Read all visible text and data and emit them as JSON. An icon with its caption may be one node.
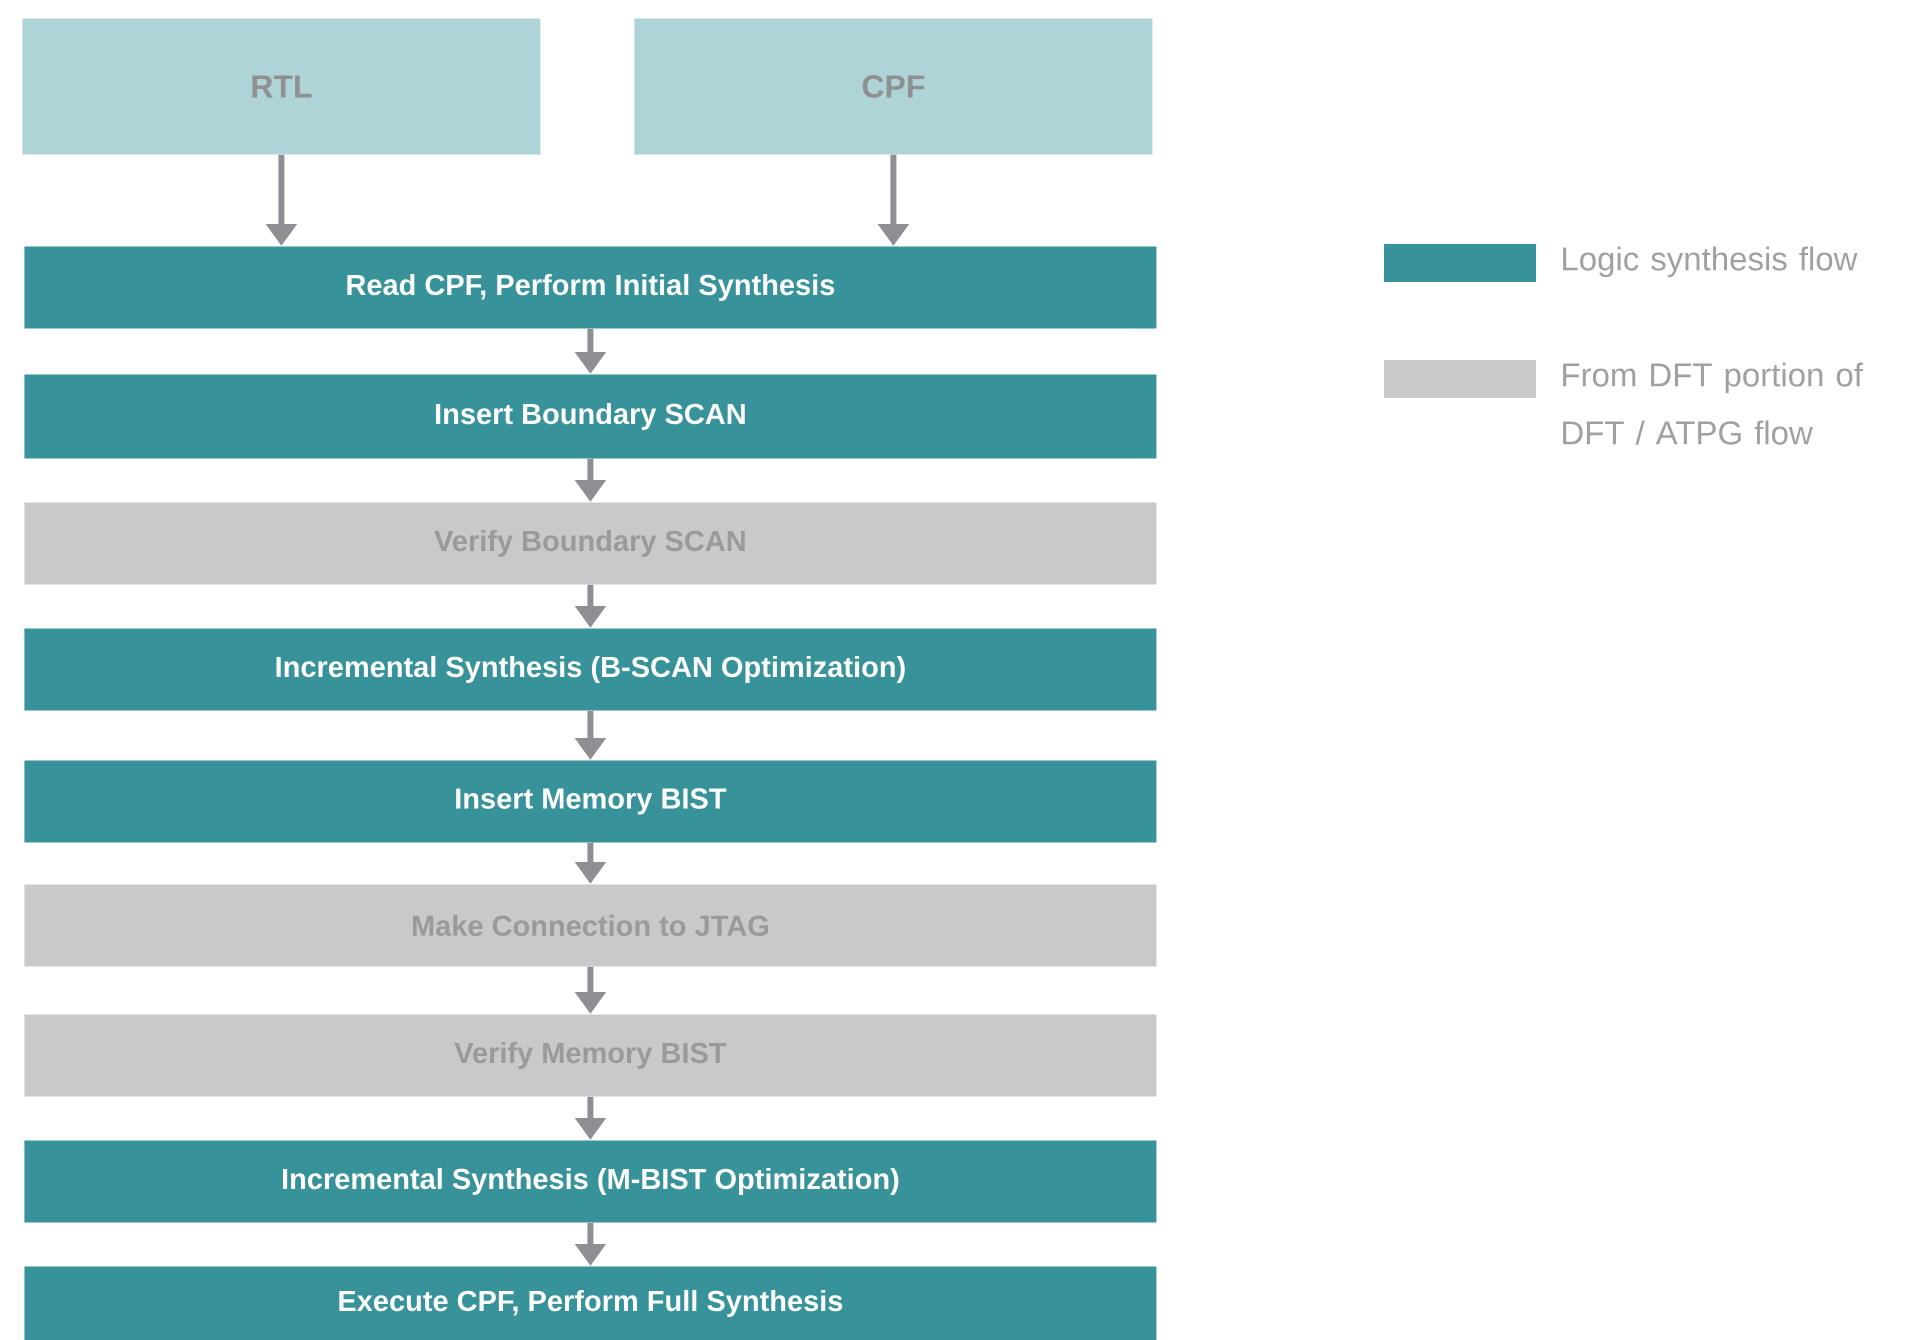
{
  "diagram": {
    "nodes": [
      {
        "text": [
          "RTL"
        ]
      },
      {
        "text": [
          "CPF"
        ]
      },
      {
        "text": [
          "Read CPF, Perform Initial Synthesis"
        ]
      },
      {
        "text": [
          "Insert Boundary SCAN"
        ]
      },
      {
        "text": [
          "Verify Boundary SCAN"
        ]
      },
      {
        "text": [
          "Incremental Synthesis (B-SCAN Optimization)"
        ]
      },
      {
        "text": [
          "Insert Memory BIST"
        ]
      },
      {
        "text": [
          "Make Connection to JTAG"
        ]
      },
      {
        "text": [
          "Verify Memory BIST"
        ]
      },
      {
        "text": [
          "Incremental Synthesis (M-BIST Optimization)"
        ]
      },
      {
        "text": [
          "Execute CPF, Perform Full Synthesis"
        ]
      }
    ],
    "edges": [
      {
        "from": 0,
        "to": 2,
        "arrow": "to"
      },
      {
        "from": 1,
        "to": 2,
        "arrow": "to"
      },
      {
        "from": 2,
        "to": 3,
        "arrow": "to"
      },
      {
        "from": 3,
        "to": 4,
        "arrow": "to"
      },
      {
        "from": 4,
        "to": 5,
        "arrow": "to"
      },
      {
        "from": 5,
        "to": 6,
        "arrow": "to"
      },
      {
        "from": 6,
        "to": 7,
        "arrow": "to"
      },
      {
        "from": 7,
        "to": 8,
        "arrow": "to"
      },
      {
        "from": 8,
        "to": 9,
        "arrow": "to"
      },
      {
        "from": 9,
        "to": 10,
        "arrow": "to"
      }
    ],
    "legend": [
      {
        "text": "Logic synthesis flow",
        "color": "#38929a"
      },
      {
        "text": "From DFT portion of DFT / ATPG flow",
        "color": "#c8c9cb"
      }
    ]
  }
}
